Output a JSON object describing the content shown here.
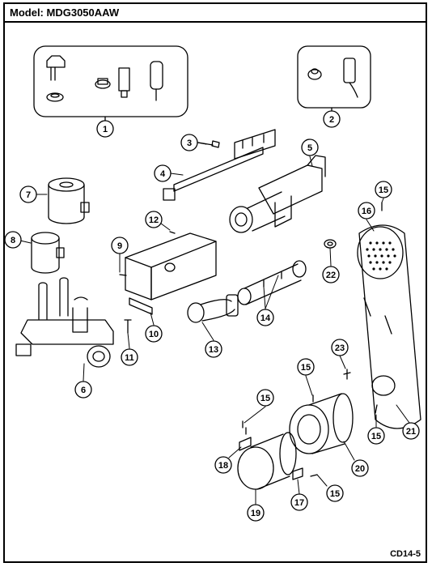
{
  "header": {
    "model_label": "Model:",
    "model_number": "MDG3050AAW"
  },
  "footer": {
    "page_code": "CD14-5"
  },
  "callouts": [
    "1",
    "2",
    "3",
    "4",
    "5",
    "6",
    "7",
    "8",
    "9",
    "10",
    "11",
    "12",
    "13",
    "14",
    "15",
    "16",
    "17",
    "18",
    "19",
    "20",
    "21",
    "22",
    "23"
  ]
}
